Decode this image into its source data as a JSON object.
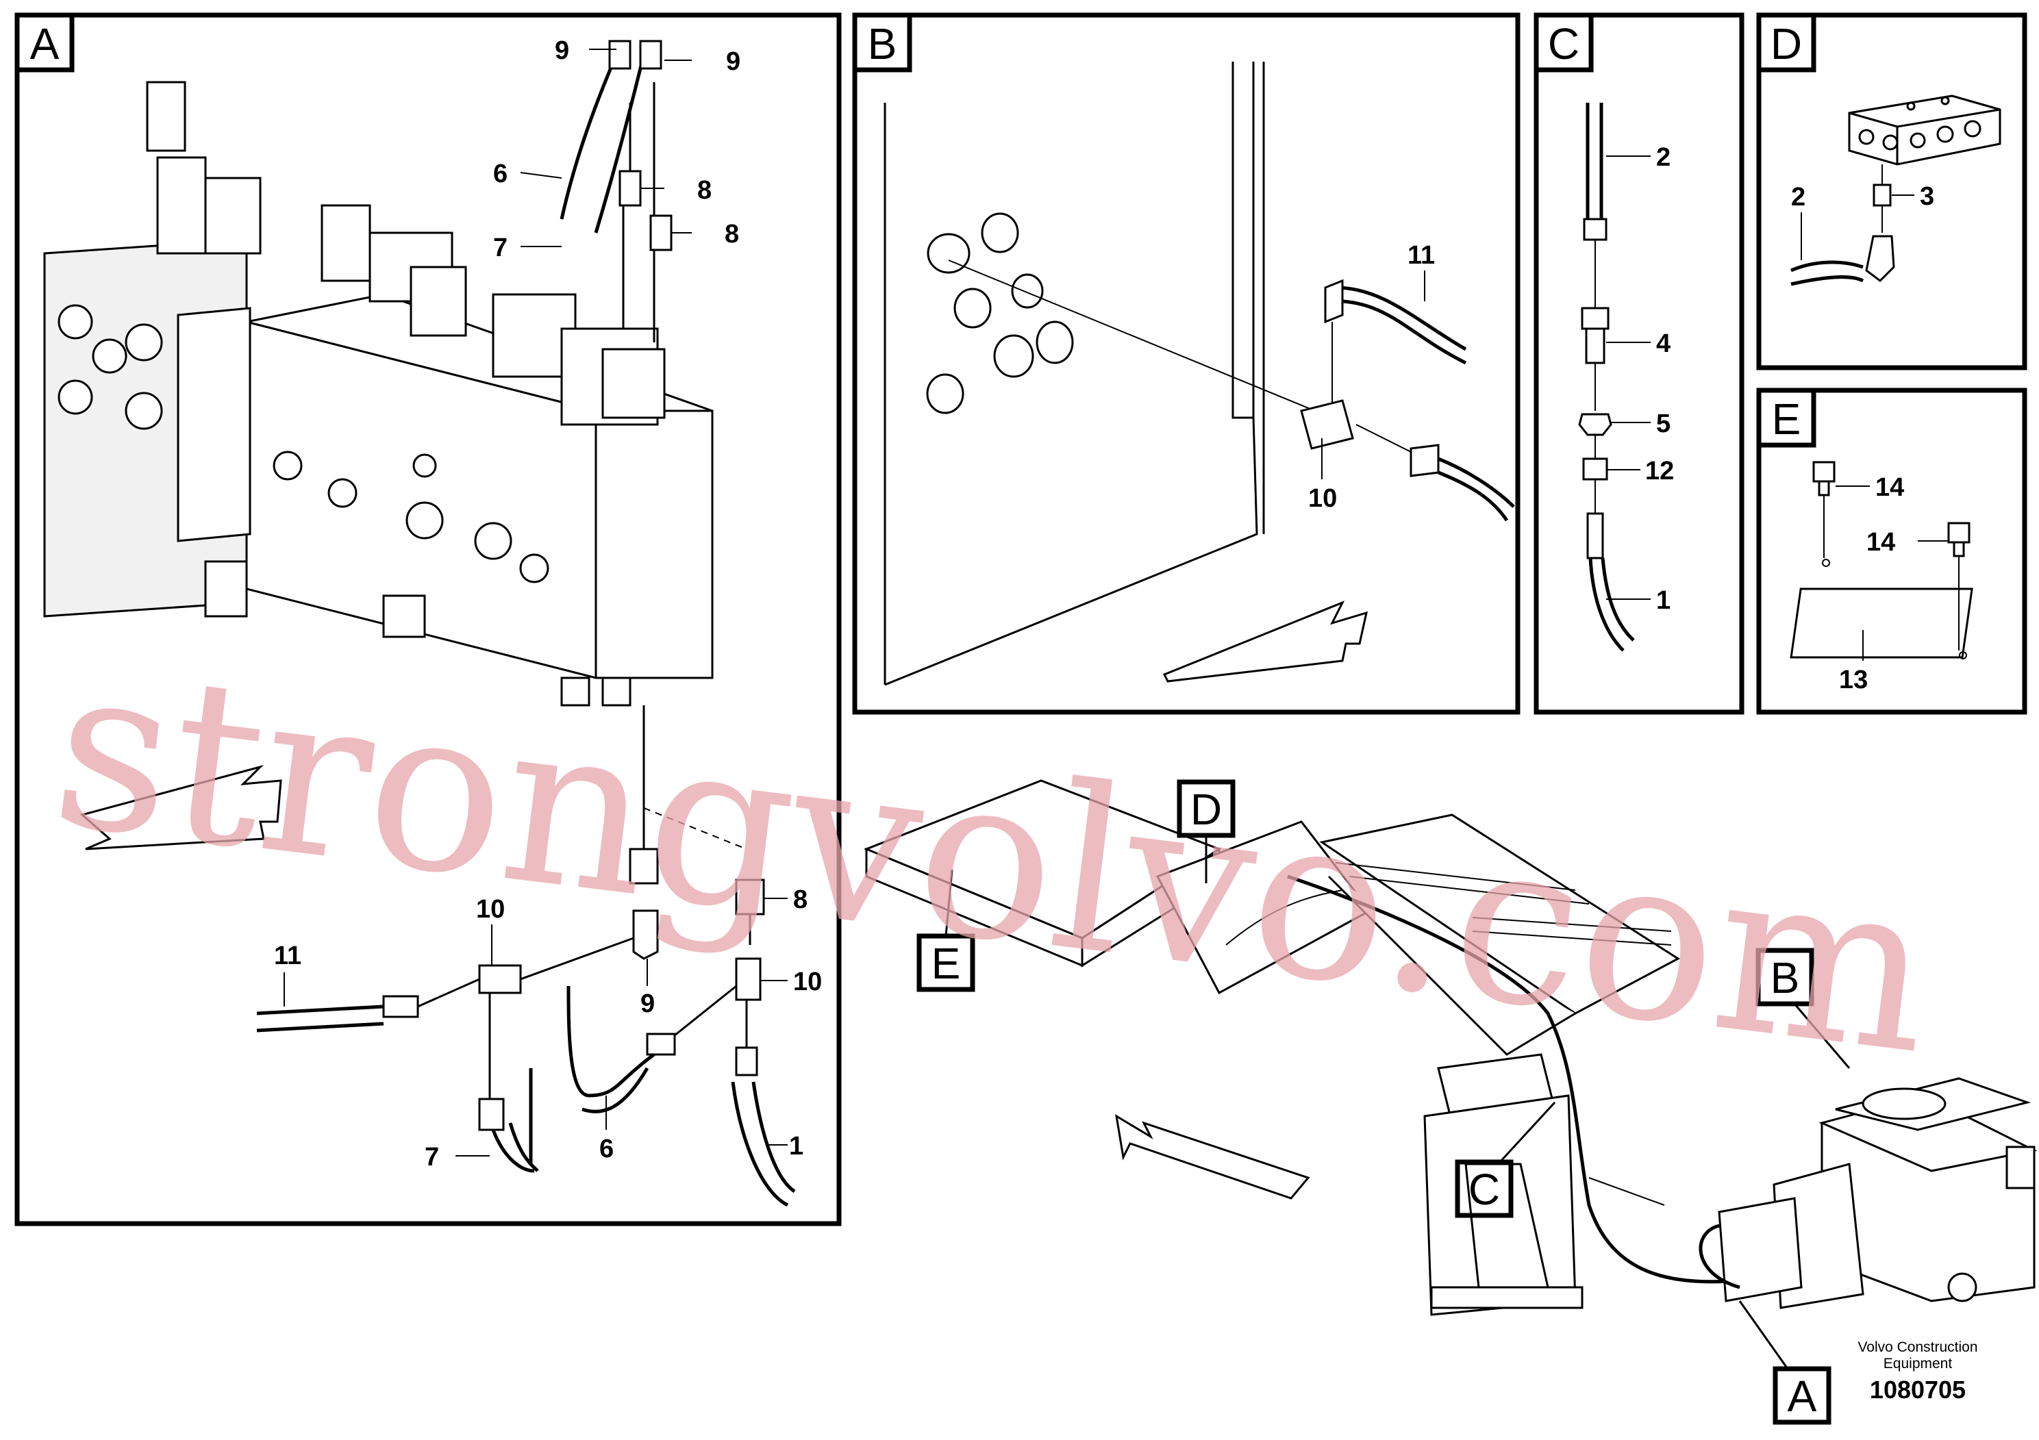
{
  "detail_views": [
    {
      "letter": "A"
    },
    {
      "letter": "B"
    },
    {
      "letter": "C"
    },
    {
      "letter": "D"
    },
    {
      "letter": "E"
    }
  ],
  "overview_callouts": [
    "D",
    "E",
    "B",
    "C",
    "A"
  ],
  "part_numbers": {
    "a": [
      "9",
      "9",
      "6",
      "8",
      "7",
      "8",
      "8",
      "11",
      "10",
      "10",
      "9",
      "7",
      "6",
      "1"
    ],
    "b": [
      "11",
      "10"
    ],
    "c": [
      "2",
      "4",
      "5",
      "12",
      "1"
    ],
    "d": [
      "2",
      "3"
    ],
    "e": [
      "14",
      "14",
      "13"
    ]
  },
  "manufacturer": "Volvo Construction Equipment",
  "manufacturer_lines": [
    "Volvo Construction",
    "Equipment"
  ],
  "drawing_number": "1080705",
  "watermark": "strongvolvo.com"
}
